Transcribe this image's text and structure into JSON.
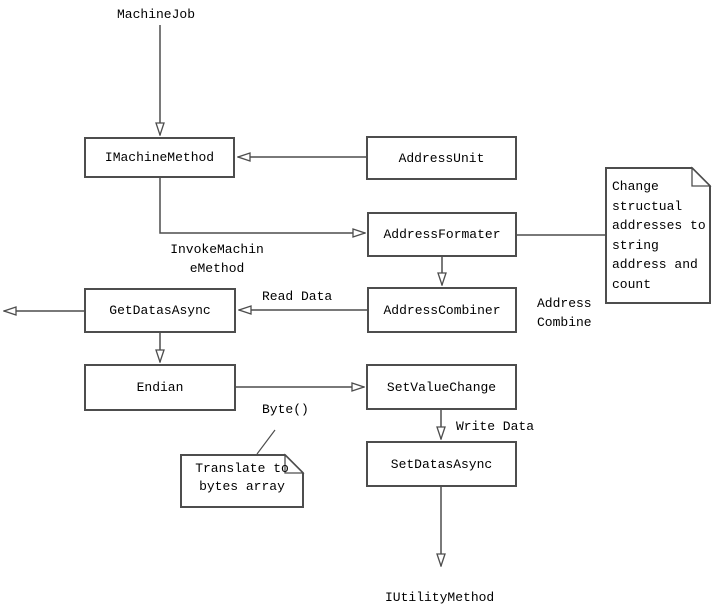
{
  "diagram": {
    "colors": {
      "line": "#4d4d4d",
      "text": "#000000",
      "background": "#ffffff"
    },
    "nodes": [
      {
        "id": "imachinemethod",
        "label": "IMachineMethod"
      },
      {
        "id": "addressunit",
        "label": "AddressUnit"
      },
      {
        "id": "addressformater",
        "label": "AddressFormater"
      },
      {
        "id": "addresscombiner",
        "label": "AddressCombiner"
      },
      {
        "id": "getdatasasync",
        "label": "GetDatasAsync"
      },
      {
        "id": "endian",
        "label": "Endian"
      },
      {
        "id": "setvaluechange",
        "label": "SetValueChange"
      },
      {
        "id": "setdatasasync",
        "label": "SetDatasAsync"
      }
    ],
    "notes": [
      {
        "id": "note-change",
        "text": "Change\nstructual\naddresses to\nstring\naddress and\ncount"
      },
      {
        "id": "note-translate",
        "text": "Translate to\nbytes array"
      }
    ],
    "labels": [
      {
        "id": "machine-job",
        "text": "MachineJob"
      },
      {
        "id": "invoke-machine-method",
        "text": "InvokeMachin\neMethod"
      },
      {
        "id": "read-data",
        "text": "Read Data"
      },
      {
        "id": "address-combine",
        "text": "Address\nCombine"
      },
      {
        "id": "byte",
        "text": "Byte()"
      },
      {
        "id": "write-data",
        "text": "Write Data"
      },
      {
        "id": "iutility-method",
        "text": "IUtilityMethod"
      }
    ]
  }
}
